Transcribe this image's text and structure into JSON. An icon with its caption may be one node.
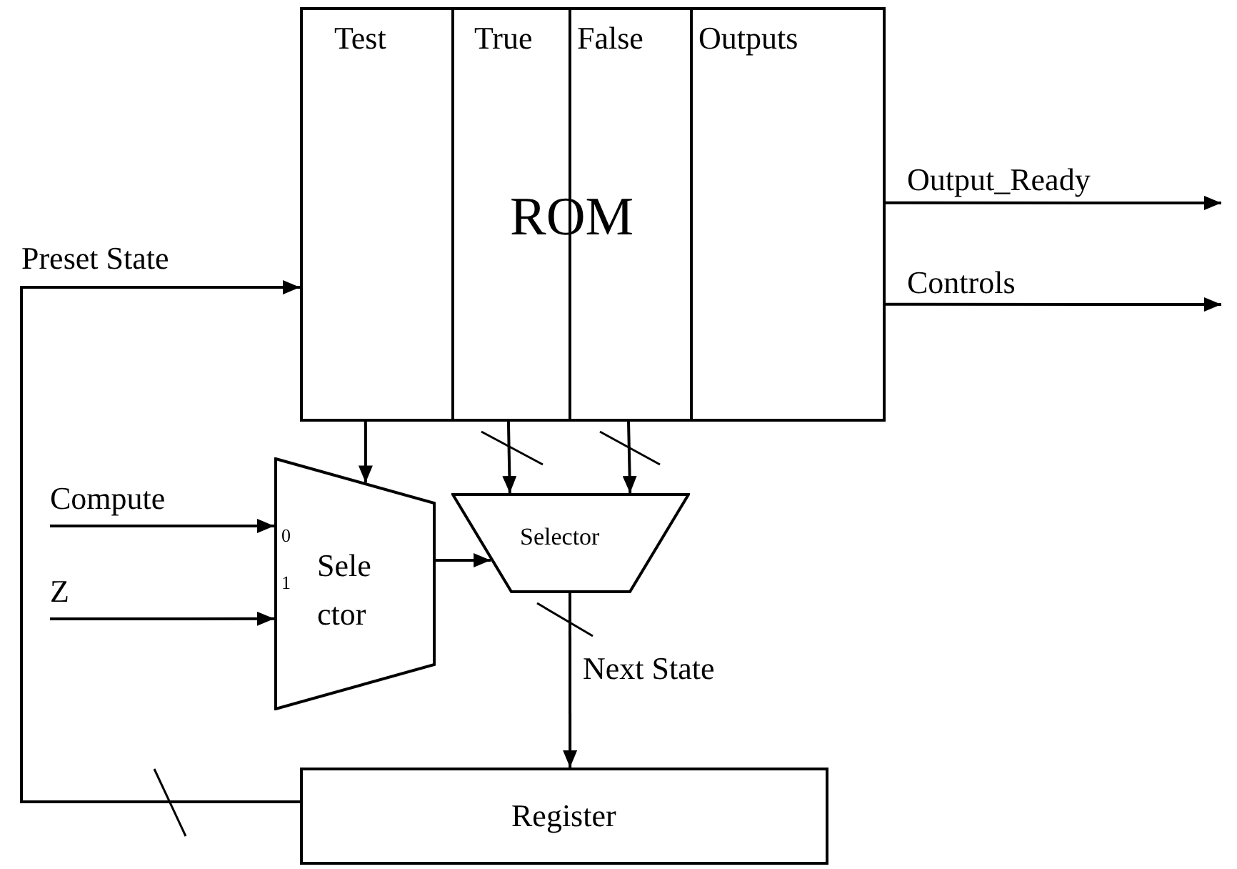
{
  "diagram": {
    "nodes": [
      {
        "text": [
          "ROM"
        ]
      },
      {
        "text": [
          "Test"
        ],
        "in": 0
      },
      {
        "text": [
          "True"
        ],
        "in": 0
      },
      {
        "text": [
          "False"
        ],
        "in": 0
      },
      {
        "text": [
          "Outputs"
        ],
        "in": 0
      },
      {
        "text": [
          "0",
          "1",
          "Sele ctor"
        ]
      },
      {
        "text": [
          "Selector"
        ]
      },
      {
        "text": [
          "Register"
        ]
      }
    ],
    "edges": [
      {
        "from": 7,
        "to": 0,
        "arrow": "to",
        "label": "Preset State"
      },
      {
        "from": 0,
        "to": null,
        "arrow": "to",
        "label": "Output_Ready"
      },
      {
        "from": 0,
        "to": null,
        "arrow": "to",
        "label": "Controls"
      },
      {
        "from": null,
        "to": 5,
        "arrow": "to",
        "label": "Compute"
      },
      {
        "from": null,
        "to": 5,
        "arrow": "to",
        "label": "Z"
      },
      {
        "from": 0,
        "to": 5,
        "arrow": "to"
      },
      {
        "from": 0,
        "to": 6,
        "arrow": "to"
      },
      {
        "from": 0,
        "to": 6,
        "arrow": "to"
      },
      {
        "from": 5,
        "to": 6,
        "arrow": "to"
      },
      {
        "from": 6,
        "to": 7,
        "arrow": "to",
        "label": "Next State"
      }
    ]
  }
}
